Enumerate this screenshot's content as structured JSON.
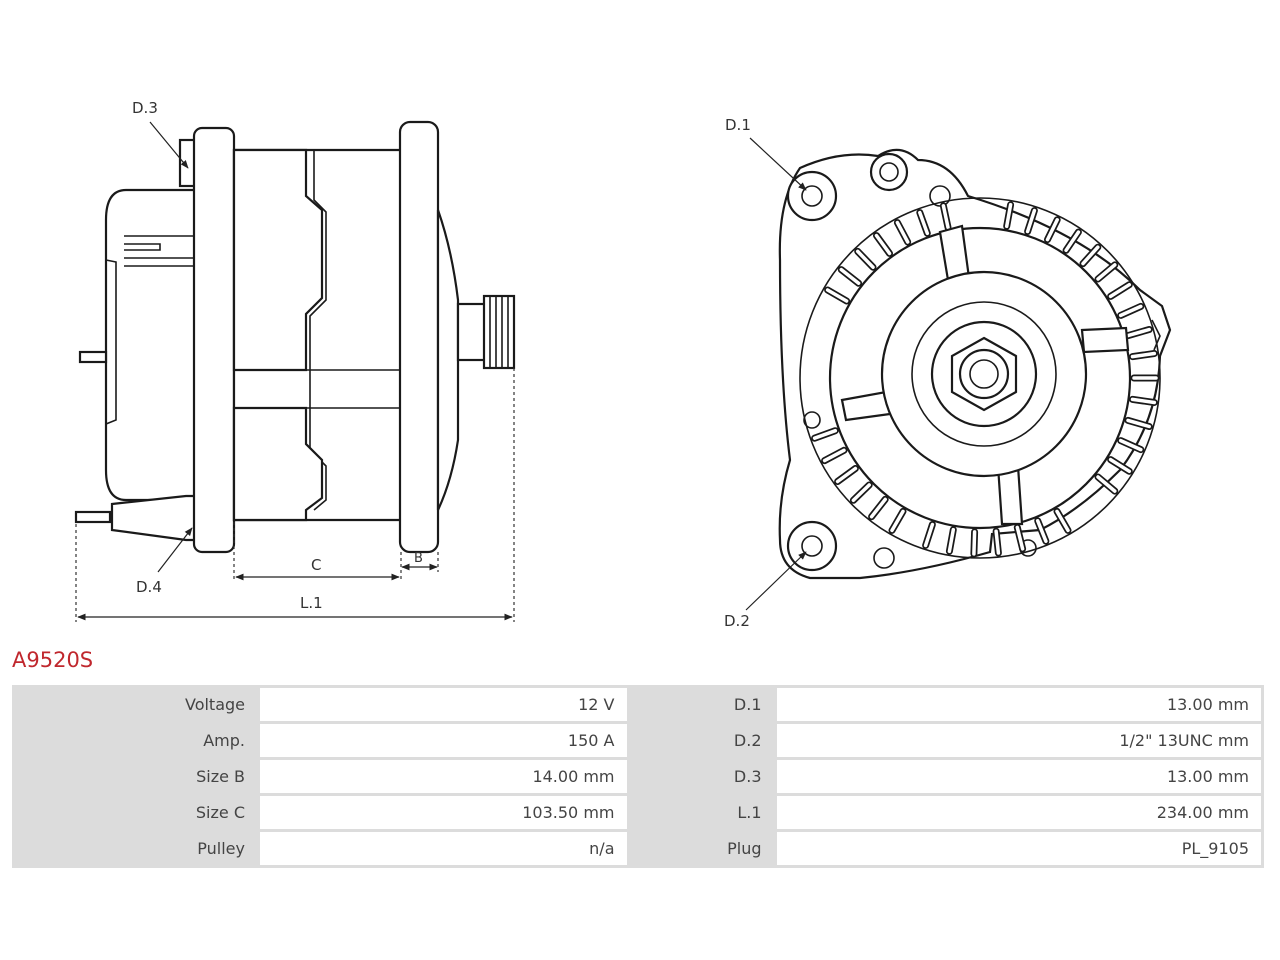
{
  "product": {
    "code": "A9520S"
  },
  "diagram": {
    "labels": {
      "d1": "D.1",
      "d2": "D.2",
      "d3": "D.3",
      "d4": "D.4",
      "b": "B",
      "c": "C",
      "l1": "L.1"
    }
  },
  "specs": {
    "rows": [
      {
        "k1": "Voltage",
        "v1": "12 V",
        "k2": "D.1",
        "v2": "13.00 mm"
      },
      {
        "k1": "Amp.",
        "v1": "150 A",
        "k2": "D.2",
        "v2": "1/2\" 13UNC mm"
      },
      {
        "k1": "Size B",
        "v1": "14.00 mm",
        "k2": "D.3",
        "v2": "13.00 mm"
      },
      {
        "k1": "Size C",
        "v1": "103.50 mm",
        "k2": "L.1",
        "v2": "234.00 mm"
      },
      {
        "k1": "Pulley",
        "v1": "n/a",
        "k2": "Plug",
        "v2": "PL_9105"
      }
    ]
  },
  "colors": {
    "accent": "#c0272d",
    "table_header": "#dcdcdc"
  }
}
